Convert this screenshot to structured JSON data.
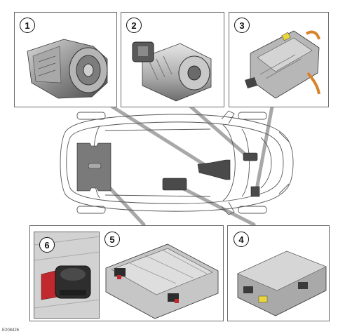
{
  "callouts": {
    "c1": "1",
    "c2": "2",
    "c3": "3",
    "c4": "4",
    "c5": "5",
    "c6": "6"
  },
  "figure_id": "E208426",
  "colors": {
    "outline": "#6a6a6a",
    "component_gray": "#8c8c8c",
    "component_dark": "#3a3a3a",
    "highlight_red": "#c0282d",
    "label_yellow": "#e8d63a",
    "hose_orange": "#d8832a"
  }
}
